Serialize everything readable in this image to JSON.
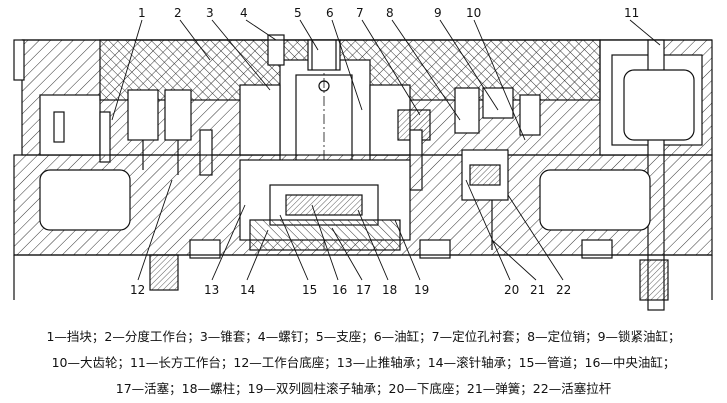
{
  "top_callouts": [
    {
      "num": "1"
    },
    {
      "num": "2"
    },
    {
      "num": "3"
    },
    {
      "num": "4"
    },
    {
      "num": "5"
    },
    {
      "num": "6"
    },
    {
      "num": "7"
    },
    {
      "num": "8"
    },
    {
      "num": "9"
    },
    {
      "num": "10"
    },
    {
      "num": "11"
    }
  ],
  "bottom_callouts": [
    {
      "num": "12"
    },
    {
      "num": "13"
    },
    {
      "num": "14"
    },
    {
      "num": "15"
    },
    {
      "num": "16"
    },
    {
      "num": "17"
    },
    {
      "num": "18"
    },
    {
      "num": "19"
    },
    {
      "num": "20"
    },
    {
      "num": "21"
    },
    {
      "num": "22"
    }
  ],
  "caption": {
    "line1": "1—挡块；2—分度工作台；3—锥套；4—螺钉；5—支座；6—油缸；7—定位孔衬套；8—定位销；9—锁紧油缸；",
    "line2": "10—大齿轮；11—长方工作台；12—工作台底座；13—止推轴承；14—滚针轴承；15—管道；16—中央油缸；",
    "line3": "17—活塞；18—螺柱；19—双列圆柱滚子轴承；20—下底座；21—弹簧；22—活塞拉杆"
  },
  "colors": {
    "line": "#111111",
    "hatch": "#333333"
  }
}
